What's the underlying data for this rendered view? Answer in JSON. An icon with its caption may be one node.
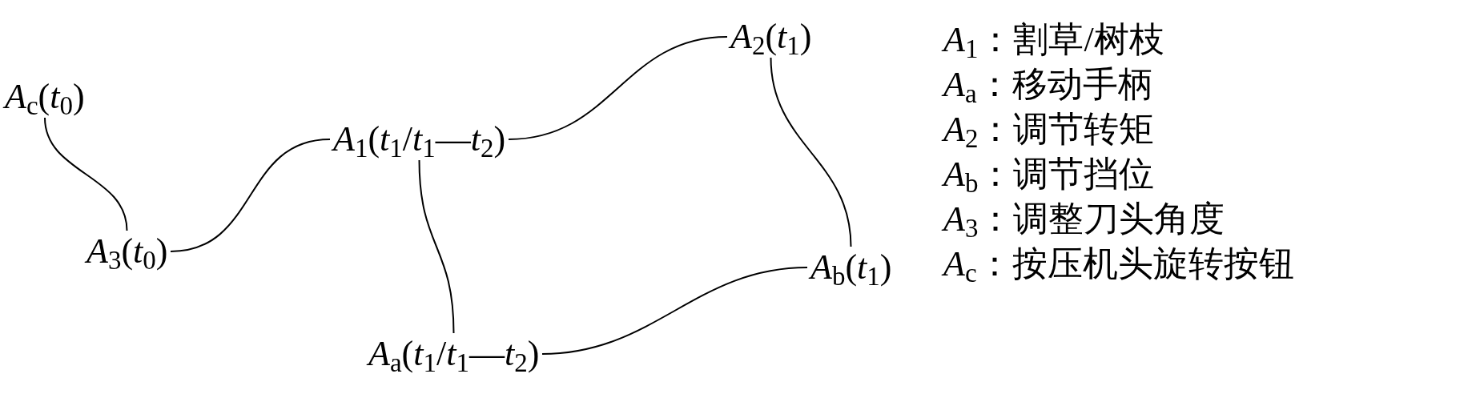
{
  "diagram": {
    "nodes": [
      {
        "text": [
          "*A*$_{c}$(*t*$_{0}$)"
        ]
      },
      {
        "text": [
          "*A*$_{3}$(*t*$_{0}$)"
        ]
      },
      {
        "text": [
          "*A*$_{1}$(*t*$_{1}$/*t*$_{1}$—*t*$_{2}$)"
        ]
      },
      {
        "text": [
          "*A*$_{2}$(*t*$_{1}$)"
        ]
      },
      {
        "text": [
          "*A*$_{b}$(*t*$_{1}$)"
        ]
      },
      {
        "text": [
          "*A*$_{a}$(*t*$_{1}$/*t*$_{1}$—*t*$_{2}$)"
        ]
      }
    ],
    "edges": [
      {
        "from": 0,
        "to": 1,
        "arrow": "none"
      },
      {
        "from": 1,
        "to": 2,
        "arrow": "none"
      },
      {
        "from": 2,
        "to": 3,
        "arrow": "none"
      },
      {
        "from": 2,
        "to": 5,
        "arrow": "none"
      },
      {
        "from": 3,
        "to": 4,
        "arrow": "none"
      },
      {
        "from": 4,
        "to": 5,
        "arrow": "none"
      }
    ],
    "labels": [
      "*A*$_{1}$：割草/树枝",
      "*A*$_{a}$：移动手柄",
      "*A*$_{2}$：调节转矩",
      "*A*$_{b}$：调节挡位",
      "*A*$_{3}$：调整刀头角度",
      "*A*$_{c}$：按压机头旋转按钮"
    ]
  }
}
